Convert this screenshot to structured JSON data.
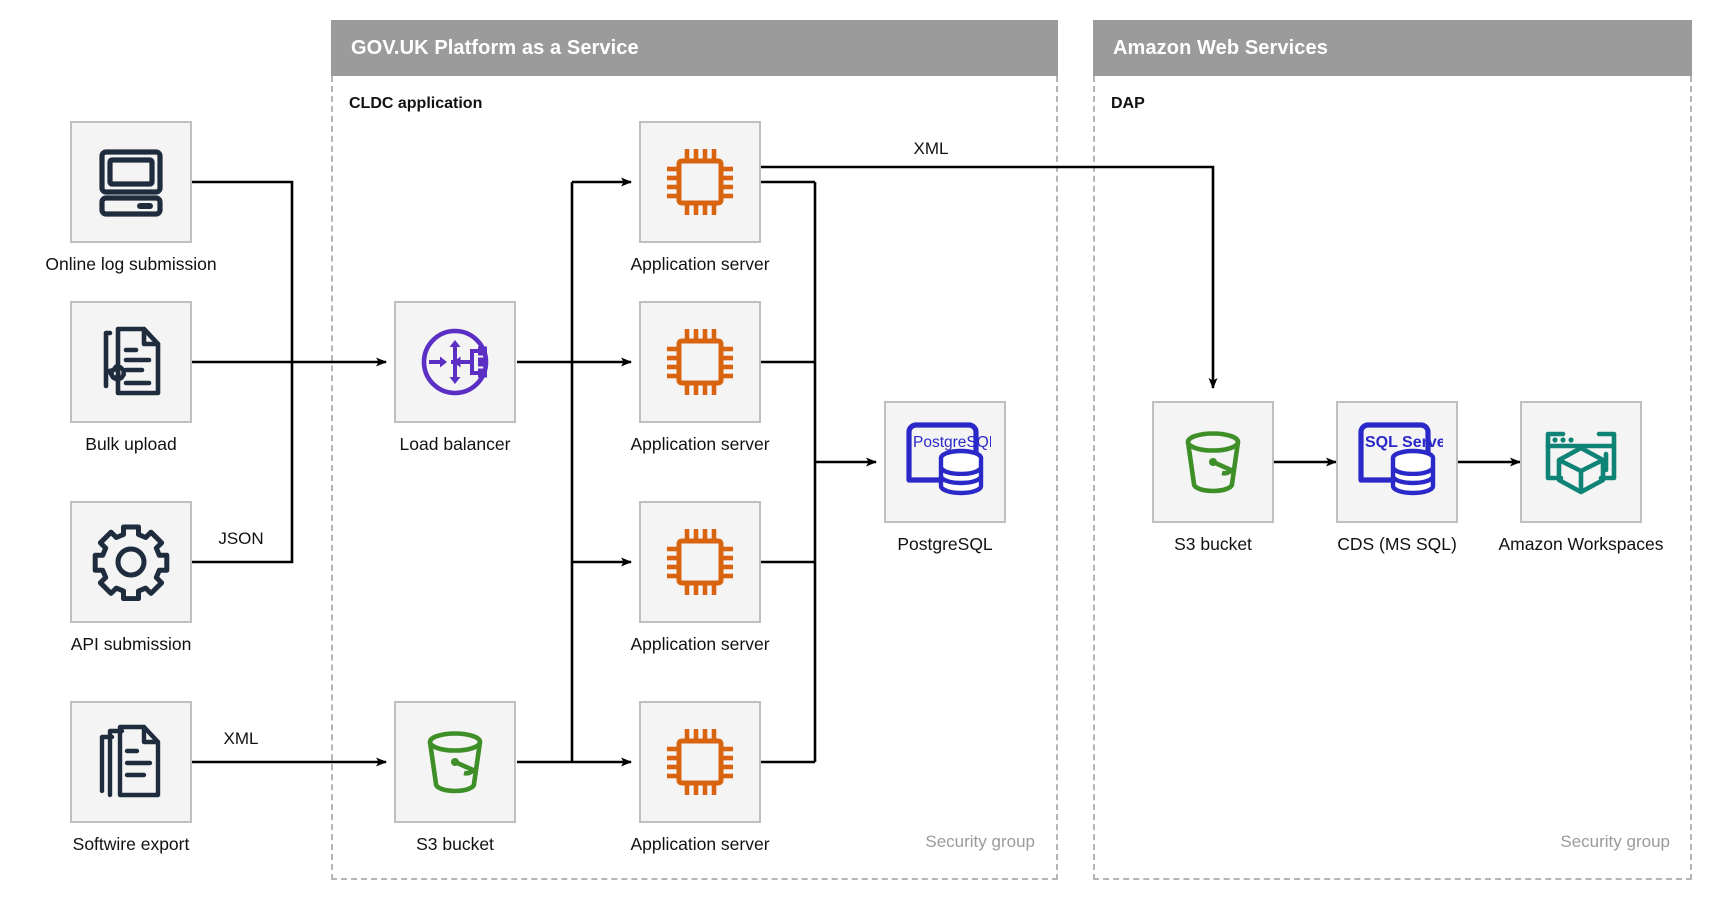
{
  "zones": [
    {
      "id": "paas",
      "title": "GOV.UK Platform as a Service",
      "subtitle": "CLDC application",
      "security_label": "Security group"
    },
    {
      "id": "aws",
      "title": "Amazon Web Services",
      "subtitle": "DAP",
      "security_label": "Security group"
    }
  ],
  "nodes": {
    "online_log": {
      "label": "Online log submission",
      "icon": "desktop-computer-icon"
    },
    "bulk_upload": {
      "label": "Bulk upload",
      "icon": "document-gear-icon"
    },
    "api_submission": {
      "label": "API submission",
      "icon": "gear-icon"
    },
    "softwire_export": {
      "label": "Softwire export",
      "icon": "stacked-documents-icon"
    },
    "load_balancer": {
      "label": "Load balancer",
      "icon": "load-balancer-icon"
    },
    "s3_paas": {
      "label": "S3 bucket",
      "icon": "s3-bucket-icon"
    },
    "app_server_1": {
      "label": "Application server",
      "icon": "cpu-chip-icon"
    },
    "app_server_2": {
      "label": "Application server",
      "icon": "cpu-chip-icon"
    },
    "app_server_3": {
      "label": "Application server",
      "icon": "cpu-chip-icon"
    },
    "app_server_4": {
      "label": "Application server",
      "icon": "cpu-chip-icon"
    },
    "postgresql": {
      "label": "PostgreSQL",
      "icon": "postgresql-database-icon",
      "badge": "PostgreSQL"
    },
    "s3_dap": {
      "label": "S3 bucket",
      "icon": "s3-bucket-icon"
    },
    "cds": {
      "label": "CDS (MS SQL)",
      "icon": "sql-server-database-icon",
      "badge": "SQL Server"
    },
    "workspaces": {
      "label": "Amazon Workspaces",
      "icon": "amazon-workspaces-icon"
    }
  },
  "edge_labels": {
    "api_json": "JSON",
    "softwire_xml": "XML",
    "app_to_s3_xml": "XML"
  },
  "colors": {
    "zone_header": "#9b9b9b",
    "zone_border": "#b5b5b5",
    "tile_bg": "#f4f4f4",
    "tile_border": "#bfbfbf",
    "icon_dark": "#1f2c3d",
    "icon_orange": "#d9640f",
    "icon_purple": "#5b2ec4",
    "icon_blue": "#2b28c9",
    "icon_green": "#3f8f29",
    "icon_teal": "#0f8476",
    "wire": "#000000",
    "muted_text": "#9b9b9b"
  }
}
